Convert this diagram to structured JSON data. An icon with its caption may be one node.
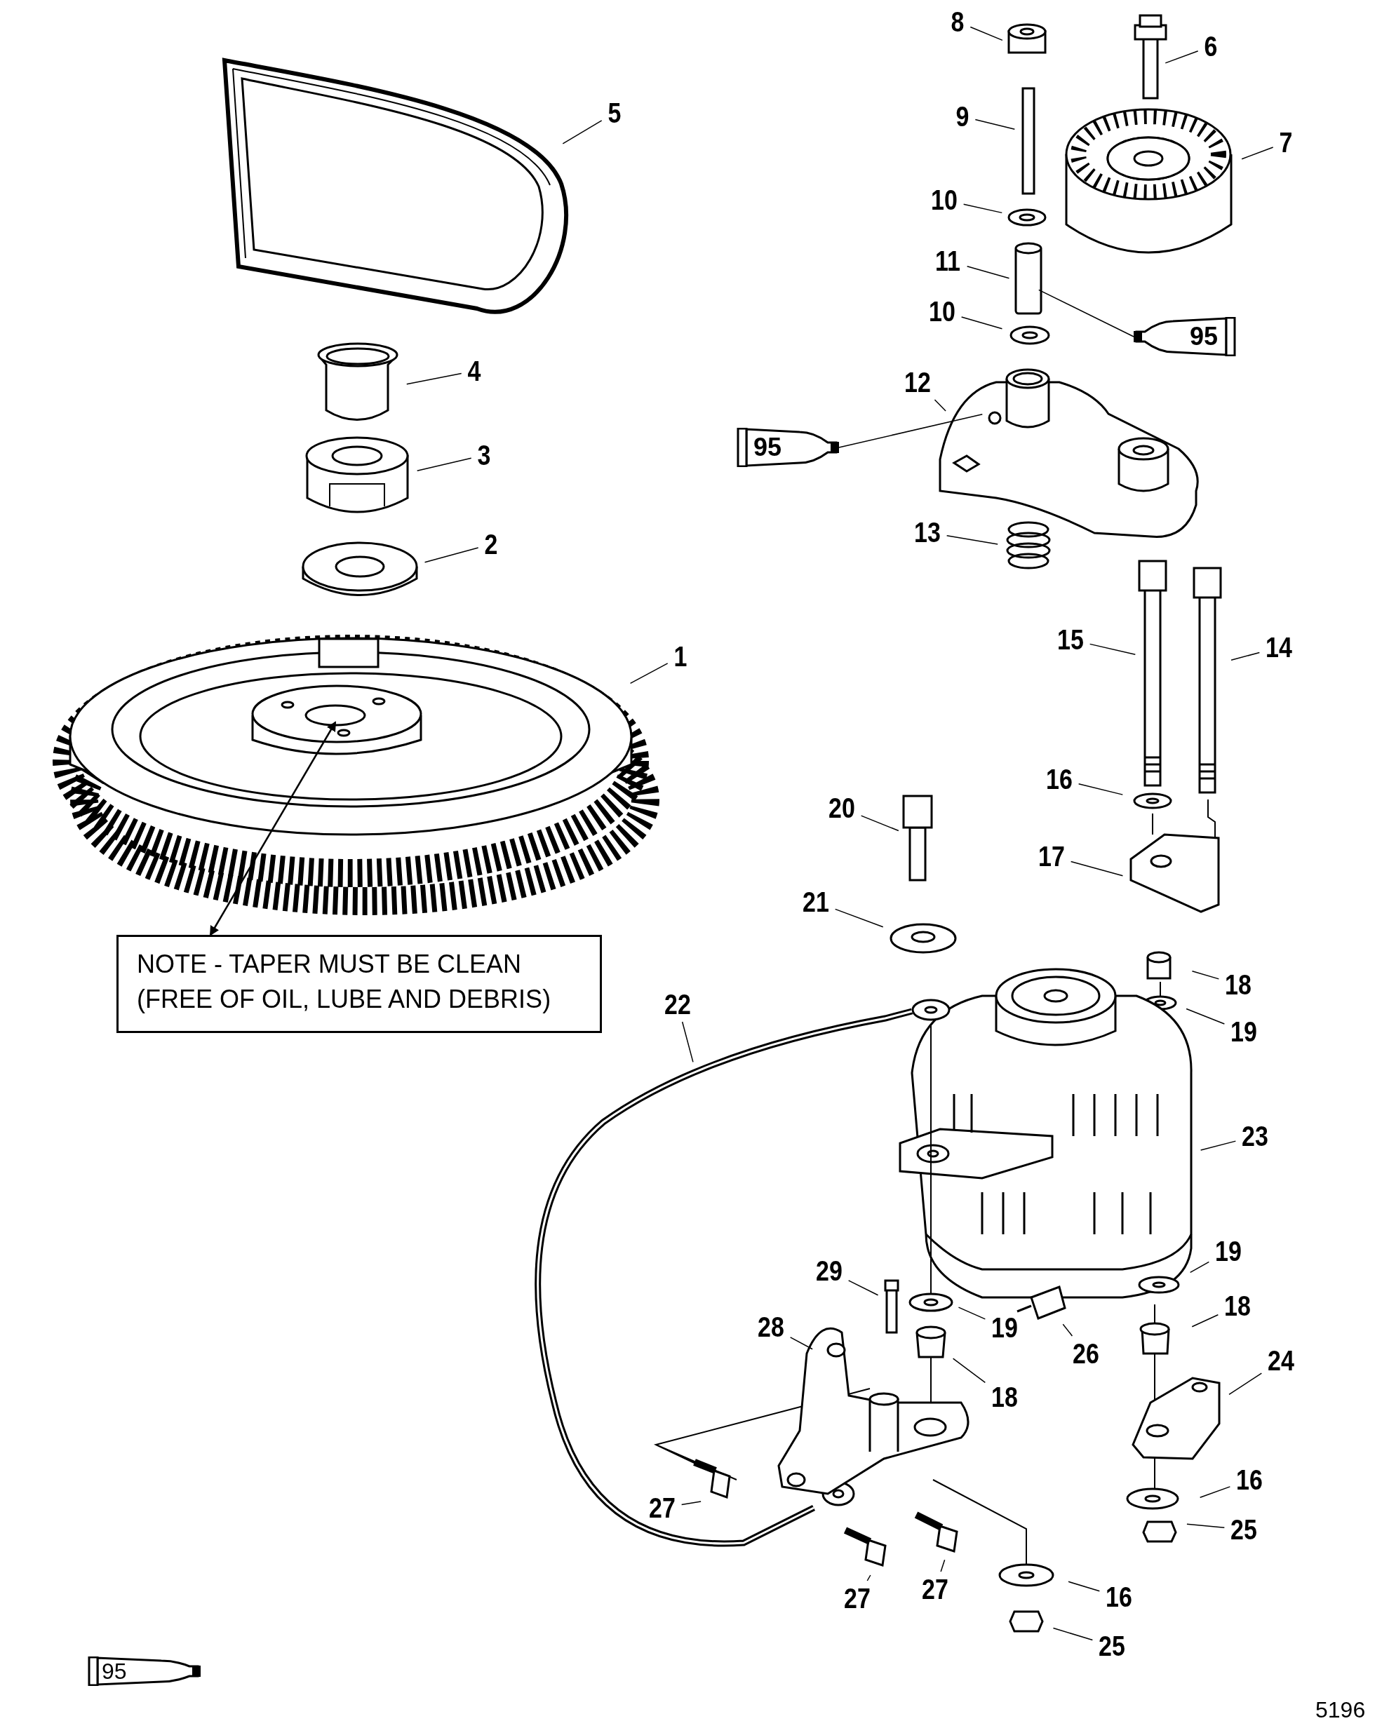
{
  "diagram": {
    "nodes": [
      {
        "text": [
          "5"
        ]
      },
      {
        "text": [
          "8"
        ]
      },
      {
        "text": [
          "6"
        ]
      },
      {
        "text": [
          "9"
        ]
      },
      {
        "text": [
          "7"
        ]
      },
      {
        "text": [
          "10"
        ]
      },
      {
        "text": [
          "11"
        ]
      },
      {
        "text": [
          "95"
        ]
      },
      {
        "text": [
          "10"
        ]
      },
      {
        "text": [
          "12"
        ]
      },
      {
        "text": [
          "95"
        ]
      },
      {
        "text": [
          "4"
        ]
      },
      {
        "text": [
          "3"
        ]
      },
      {
        "text": [
          "13"
        ]
      },
      {
        "text": [
          "2"
        ]
      },
      {
        "text": [
          "1"
        ]
      },
      {
        "text": [
          "15"
        ]
      },
      {
        "text": [
          "14"
        ]
      },
      {
        "text": [
          "16"
        ]
      },
      {
        "text": [
          "20"
        ]
      },
      {
        "text": [
          "17"
        ]
      },
      {
        "text": [
          "21"
        ]
      },
      {
        "text": [
          "18"
        ]
      },
      {
        "text": [
          "19"
        ]
      },
      {
        "text": [
          "22"
        ]
      },
      {
        "text": [
          "23"
        ]
      },
      {
        "text": [
          "29"
        ]
      },
      {
        "text": [
          "19"
        ]
      },
      {
        "text": [
          "18"
        ]
      },
      {
        "text": [
          "28"
        ]
      },
      {
        "text": [
          "26"
        ]
      },
      {
        "text": [
          "19"
        ]
      },
      {
        "text": [
          "18"
        ]
      },
      {
        "text": [
          "24"
        ]
      },
      {
        "text": [
          "16"
        ]
      },
      {
        "text": [
          "27"
        ]
      },
      {
        "text": [
          "25"
        ]
      },
      {
        "text": [
          "27"
        ]
      },
      {
        "text": [
          "27"
        ]
      },
      {
        "text": [
          "16"
        ]
      },
      {
        "text": [
          "25"
        ]
      },
      {
        "text": [
          "NOTE - TAPER MUST BE CLEAN (FREE OF OIL, LUBE AND DEBRIS)"
        ]
      }
    ],
    "edges": [
      {
        "from": 0,
        "to": null,
        "arrow": "none"
      },
      {
        "from": 1,
        "to": null,
        "arrow": "none"
      },
      {
        "from": 2,
        "to": null,
        "arrow": "none"
      },
      {
        "from": 3,
        "to": null,
        "arrow": "none"
      },
      {
        "from": 4,
        "to": null,
        "arrow": "none"
      },
      {
        "from": 5,
        "to": null,
        "arrow": "none"
      },
      {
        "from": 6,
        "to": null,
        "arrow": "none"
      },
      {
        "from": 7,
        "to": null,
        "arrow": "none"
      },
      {
        "from": 8,
        "to": null,
        "arrow": "none"
      },
      {
        "from": 9,
        "to": null,
        "arrow": "none"
      },
      {
        "from": 10,
        "to": null,
        "arrow": "none"
      },
      {
        "from": 11,
        "to": null,
        "arrow": "none"
      },
      {
        "from": 12,
        "to": null,
        "arrow": "none"
      },
      {
        "from": 13,
        "to": null,
        "arrow": "none"
      },
      {
        "from": 14,
        "to": null,
        "arrow": "none"
      },
      {
        "from": 15,
        "to": null,
        "arrow": "none"
      },
      {
        "from": 16,
        "to": null,
        "arrow": "none"
      },
      {
        "from": 17,
        "to": null,
        "arrow": "none"
      },
      {
        "from": 18,
        "to": null,
        "arrow": "none"
      },
      {
        "from": 19,
        "to": null,
        "arrow": "none"
      },
      {
        "from": 20,
        "to": null,
        "arrow": "none"
      },
      {
        "from": 21,
        "to": null,
        "arrow": "none"
      },
      {
        "from": 22,
        "to": null,
        "arrow": "none"
      },
      {
        "from": 23,
        "to": null,
        "arrow": "none"
      },
      {
        "from": 24,
        "to": null,
        "arrow": "none"
      },
      {
        "from": 25,
        "to": null,
        "arrow": "none"
      },
      {
        "from": 26,
        "to": null,
        "arrow": "none"
      },
      {
        "from": 27,
        "to": null,
        "arrow": "none"
      },
      {
        "from": 28,
        "to": null,
        "arrow": "none"
      },
      {
        "from": 29,
        "to": null,
        "arrow": "none"
      },
      {
        "from": 30,
        "to": null,
        "arrow": "none"
      },
      {
        "from": 31,
        "to": null,
        "arrow": "none"
      },
      {
        "from": 32,
        "to": null,
        "arrow": "none"
      },
      {
        "from": 33,
        "to": null,
        "arrow": "none"
      },
      {
        "from": 34,
        "to": null,
        "arrow": "none"
      },
      {
        "from": 35,
        "to": null,
        "arrow": "none"
      },
      {
        "from": 36,
        "to": null,
        "arrow": "none"
      },
      {
        "from": 37,
        "to": null,
        "arrow": "none"
      },
      {
        "from": 38,
        "to": null,
        "arrow": "none"
      },
      {
        "from": 39,
        "to": null,
        "arrow": "none"
      },
      {
        "from": 40,
        "to": null,
        "arrow": "none"
      },
      {
        "from": 41,
        "to": null,
        "arrow": "both"
      }
    ],
    "labels": [
      "95",
      "5196"
    ]
  }
}
